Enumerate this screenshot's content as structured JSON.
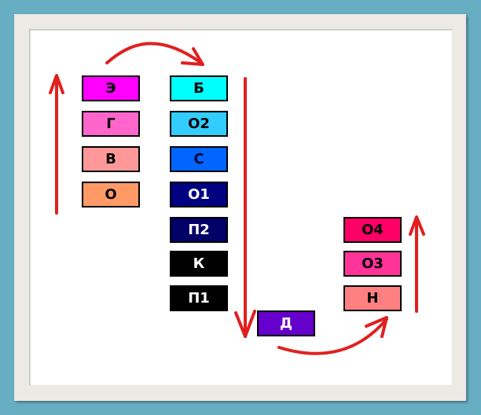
{
  "boxes": [
    {
      "label": "Э",
      "bg": "#ff00ff",
      "fg": "#000000"
    },
    {
      "label": "Г",
      "bg": "#ff66cc",
      "fg": "#000000"
    },
    {
      "label": "В",
      "bg": "#ff9999",
      "fg": "#000000"
    },
    {
      "label": "О",
      "bg": "#ff9966",
      "fg": "#000000"
    },
    {
      "label": "Б",
      "bg": "#00ffff",
      "fg": "#000000"
    },
    {
      "label": "О2",
      "bg": "#33ccff",
      "fg": "#000000"
    },
    {
      "label": "С",
      "bg": "#0066ff",
      "fg": "#000033"
    },
    {
      "label": "О1",
      "bg": "#000080",
      "fg": "#ffffff"
    },
    {
      "label": "П2",
      "bg": "#000066",
      "fg": "#ffffff"
    },
    {
      "label": "К",
      "bg": "#000000",
      "fg": "#ffffff"
    },
    {
      "label": "П1",
      "bg": "#000000",
      "fg": "#ffffff"
    },
    {
      "label": "Д",
      "bg": "#6600cc",
      "fg": "#ffffff"
    },
    {
      "label": "О4",
      "bg": "#ff0066",
      "fg": "#000000"
    },
    {
      "label": "О3",
      "bg": "#ff3399",
      "fg": "#000000"
    },
    {
      "label": "Н",
      "bg": "#ff8080",
      "fg": "#000000"
    }
  ],
  "arrow_color": "#e02020"
}
